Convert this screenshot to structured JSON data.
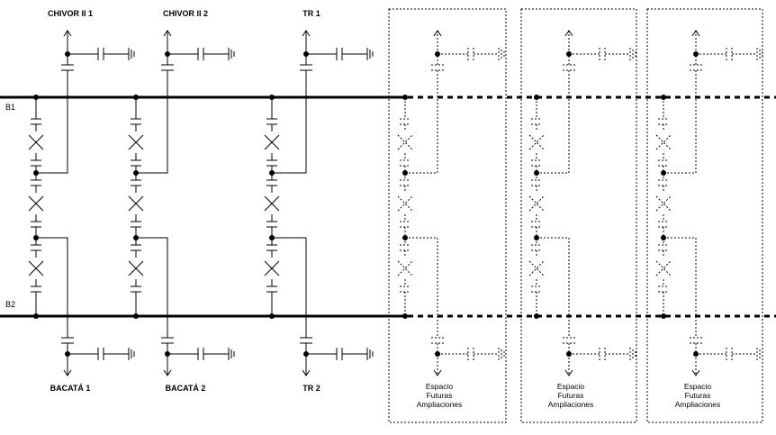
{
  "diagram": {
    "buses": {
      "top": "B1",
      "bottom": "B2"
    },
    "bays": [
      {
        "top_label": "CHIVOR II 1",
        "bottom_label": "BACATÁ 1"
      },
      {
        "top_label": "CHIVOR II 2",
        "bottom_label": "BACATÁ 2"
      },
      {
        "top_label": "TR 1",
        "bottom_label": "TR 2"
      }
    ],
    "future_bays": [
      {
        "line1": "Espacio",
        "line2": "Futuras",
        "line3": "Ampliaciones"
      },
      {
        "line1": "Espacio",
        "line2": "Futuras",
        "line3": "Ampliaciones"
      },
      {
        "line1": "Espacio",
        "line2": "Futuras",
        "line3": "Ampliaciones"
      }
    ]
  }
}
